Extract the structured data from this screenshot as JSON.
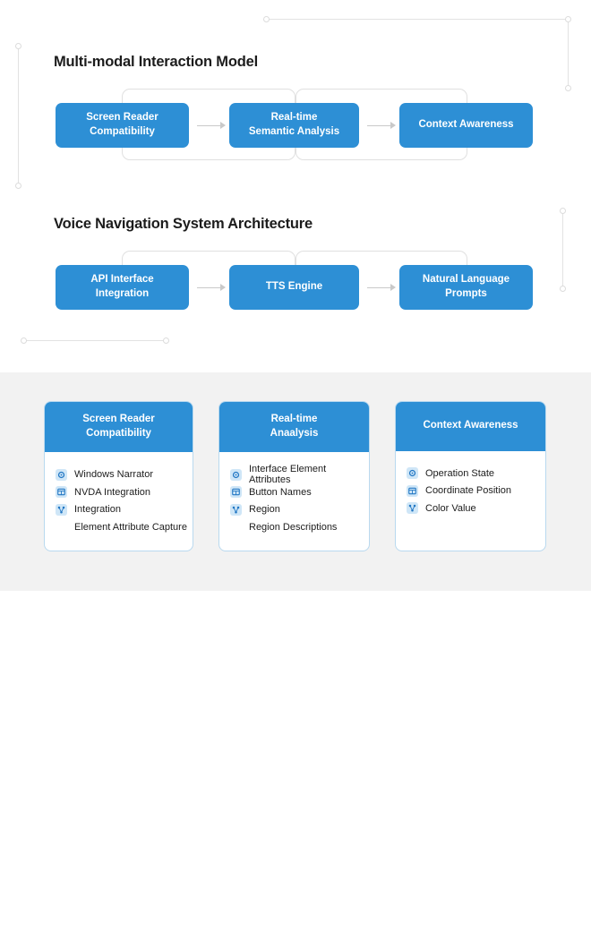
{
  "page": {
    "background": "#ffffff",
    "accent_blue": "#2d8fd5",
    "panel_gray": "#f2f2f2",
    "card_border": "#b9d9ef",
    "deco_line": "#e2e2e2"
  },
  "sections": [
    {
      "title": "Multi-modal Interaction Model",
      "steps": [
        {
          "label": "Screen Reader\nCompatibility"
        },
        {
          "label": "Real-time\nSemantic Analysis"
        },
        {
          "label": "Context Awareness"
        }
      ]
    },
    {
      "title": "Voice Navigation System Architecture",
      "steps": [
        {
          "label": "API Interface\nIntegration"
        },
        {
          "label": "TTS Engine"
        },
        {
          "label": "Natural Language Prompts"
        }
      ]
    }
  ],
  "cards": [
    {
      "title": "Screen Reader\nCompatibility",
      "items": [
        {
          "icon": "target-icon",
          "label": "Windows Narrator",
          "has_icon": true
        },
        {
          "icon": "grid-icon",
          "label": "NVDA Integration",
          "has_icon": true
        },
        {
          "icon": "node-icon",
          "label": "Integration",
          "has_icon": true
        },
        {
          "icon": "",
          "label": "Element Attribute Capture",
          "has_icon": false
        }
      ]
    },
    {
      "title": "Real-time\nAnaalysis",
      "items": [
        {
          "icon": "target-icon",
          "label": "Interface Element Attributes",
          "has_icon": true
        },
        {
          "icon": "grid-icon",
          "label": "Button Names",
          "has_icon": true
        },
        {
          "icon": "node-icon",
          "label": "Region",
          "has_icon": true
        },
        {
          "icon": "",
          "label": "Region Descriptions",
          "has_icon": false
        }
      ]
    },
    {
      "title": "Context Awareness",
      "items": [
        {
          "icon": "target-icon",
          "label": "Operation State",
          "has_icon": true
        },
        {
          "icon": "grid-icon",
          "label": "Coordinate Position",
          "has_icon": true
        },
        {
          "icon": "node-icon",
          "label": "Color Value",
          "has_icon": true
        }
      ]
    }
  ],
  "decorations": {
    "sparkle_glyph": "✦",
    "sparkle_small_glyph": "✦"
  }
}
